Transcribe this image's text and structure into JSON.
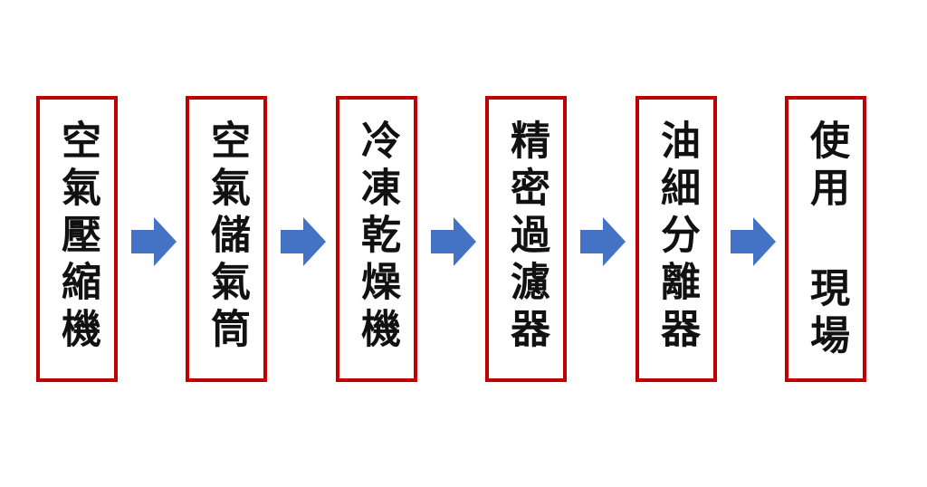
{
  "colors": {
    "box_border": "#c00000",
    "arrow_fill": "#4472c4",
    "text": "#111111",
    "background": "#ffffff"
  },
  "steps": [
    {
      "label": "空氣壓縮機"
    },
    {
      "label": "空氣儲氣筒"
    },
    {
      "label": "冷凍乾燥機"
    },
    {
      "label": "精密過濾器"
    },
    {
      "label": "油細分離器"
    },
    {
      "label": "使用 現場"
    }
  ],
  "arrow_icon": "right-arrow-icon"
}
